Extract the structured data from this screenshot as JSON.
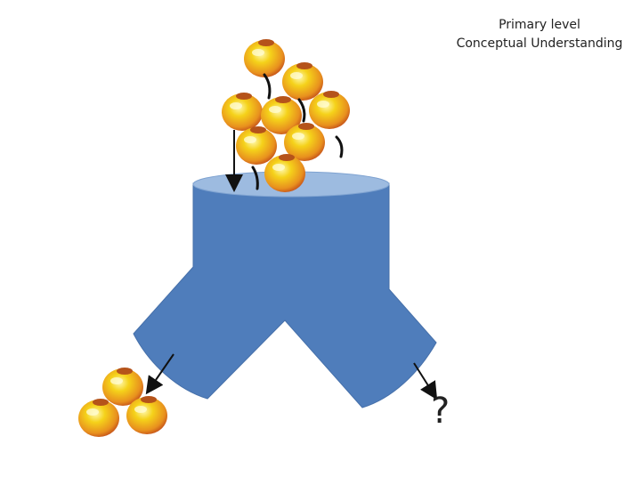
{
  "title": {
    "line1": "Primary level",
    "line2": "Conceptual Understanding"
  },
  "unknown_output": "?",
  "colors": {
    "funnel_body": "#4f7dbb",
    "funnel_top": "#9dbbe0",
    "mango_yellow": "#f5d21a",
    "mango_orange": "#e87f1e",
    "arrow": "#111111"
  },
  "diagram": {
    "mangoes_in_count": 8,
    "mangoes_out_left_count": 3,
    "mangoes_out_right_count": 0
  }
}
